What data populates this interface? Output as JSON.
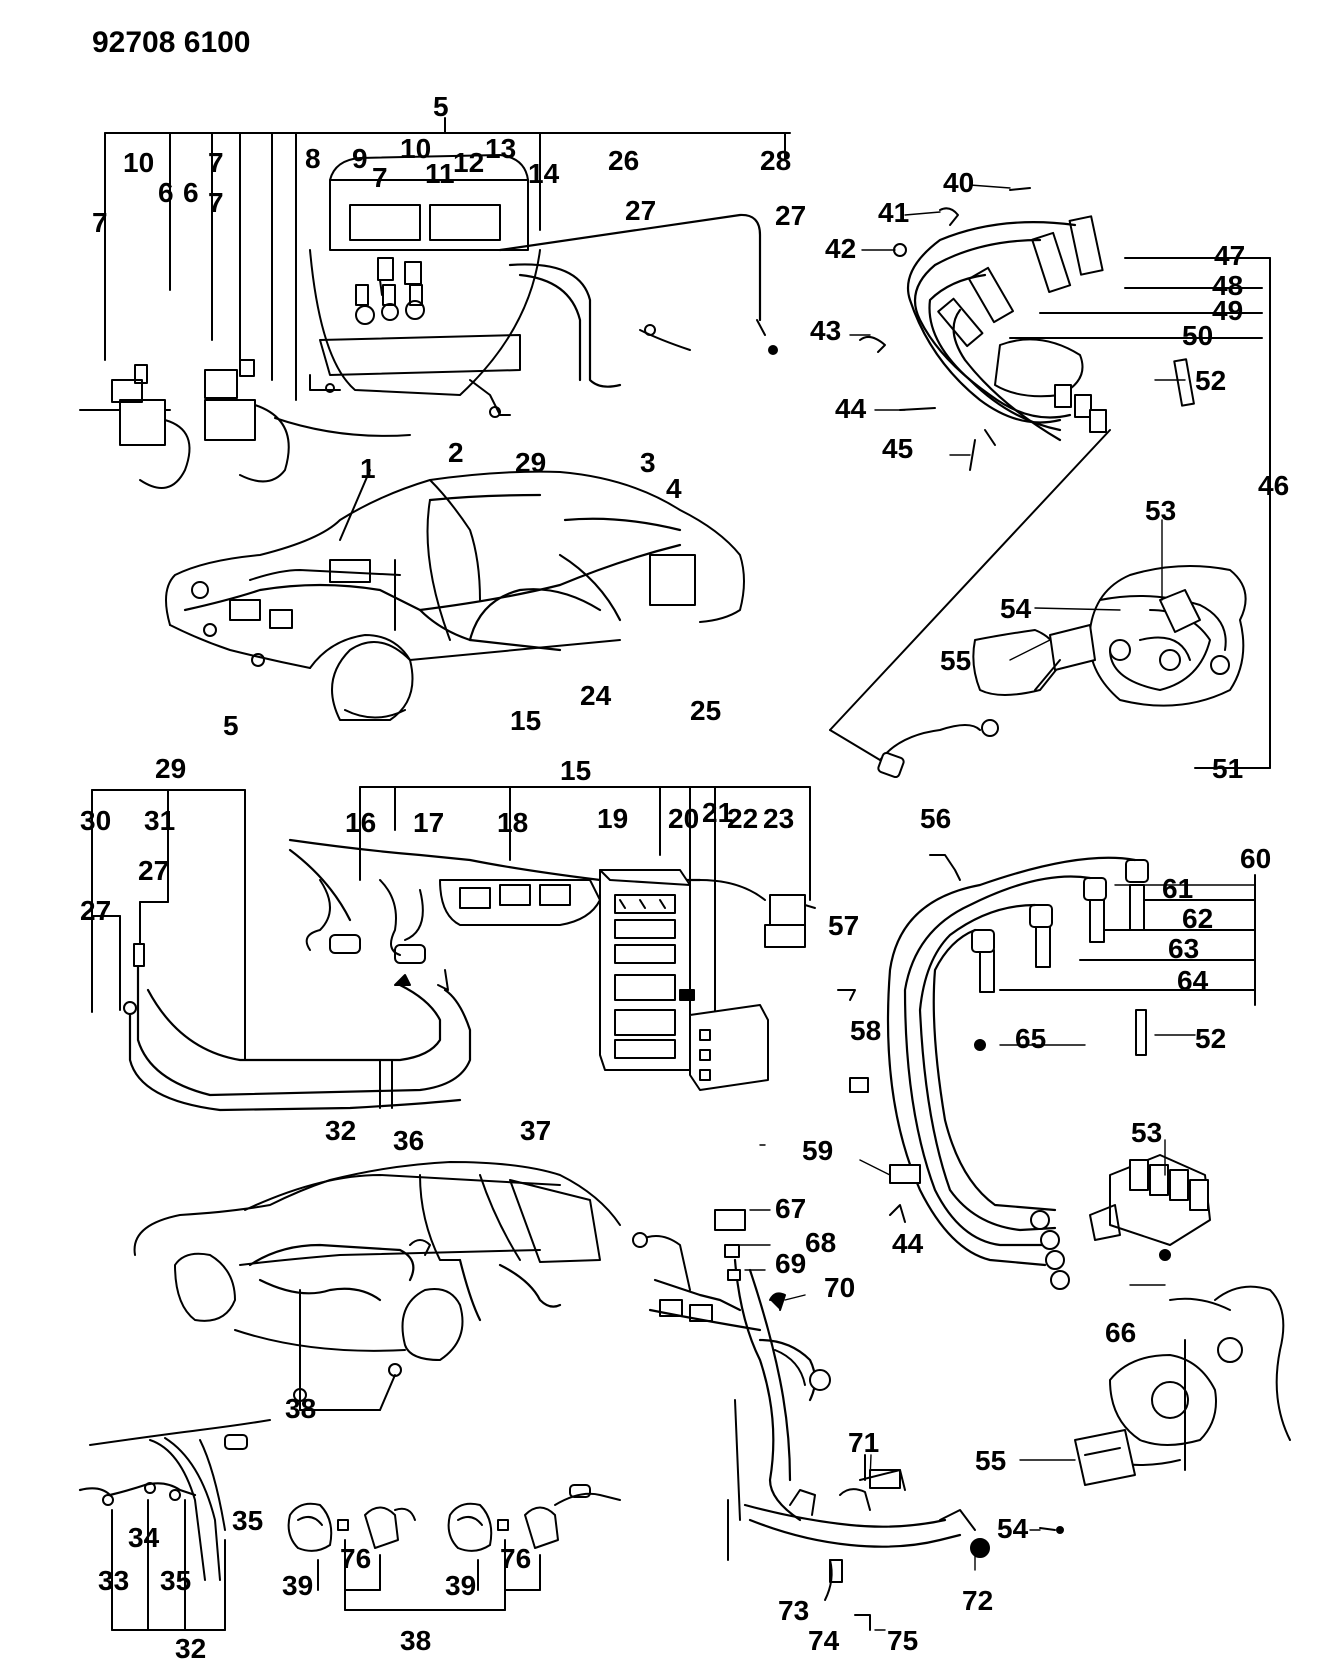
{
  "diagram": {
    "reference_number": "92708 6100",
    "callouts": [
      "1",
      "2",
      "3",
      "4",
      "5",
      "6",
      "7",
      "8",
      "9",
      "10",
      "11",
      "12",
      "13",
      "14",
      "15",
      "16",
      "17",
      "18",
      "19",
      "20",
      "21",
      "22",
      "23",
      "24",
      "25",
      "26",
      "27",
      "28",
      "29",
      "30",
      "31",
      "32",
      "33",
      "34",
      "35",
      "36",
      "37",
      "38",
      "39",
      "40",
      "41",
      "42",
      "43",
      "44",
      "45",
      "46",
      "47",
      "48",
      "49",
      "50",
      "51",
      "52",
      "53",
      "54",
      "55",
      "56",
      "57",
      "58",
      "59",
      "60",
      "61",
      "62",
      "63",
      "64",
      "65",
      "66",
      "67",
      "68",
      "69",
      "70",
      "71",
      "72",
      "73",
      "74",
      "75",
      "76"
    ]
  }
}
